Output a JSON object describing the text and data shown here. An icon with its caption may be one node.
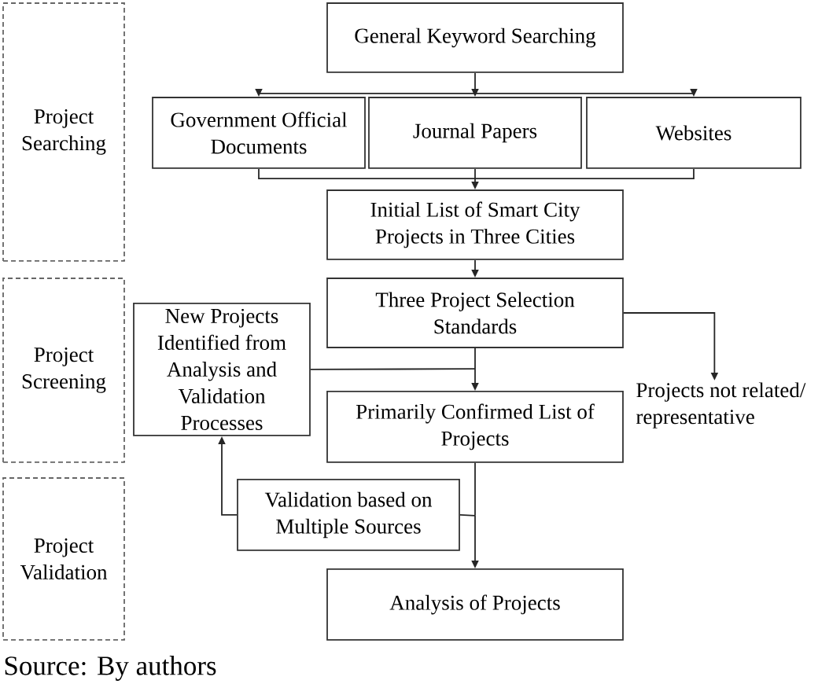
{
  "diagram": {
    "caption": "Source: By authors",
    "nodes": [
      {
        "text": [
          "Project Searching"
        ]
      },
      {
        "text": [
          "General Keyword Searching"
        ]
      },
      {
        "text": [
          "Government Official Documents"
        ]
      },
      {
        "text": [
          "Journal Papers"
        ]
      },
      {
        "text": [
          "Websites"
        ]
      },
      {
        "text": [
          "Initial List of Smart City Projects in Three Cities"
        ]
      },
      {
        "text": [
          "Project Screening"
        ]
      },
      {
        "text": [
          "Three Project Selection Standards"
        ]
      },
      {
        "text": [
          "New Projects Identified from Analysis and Validation Processes"
        ]
      },
      {
        "text": [
          "Projects not related/ representative"
        ]
      },
      {
        "text": [
          "Primarily Confirmed List of Projects"
        ]
      },
      {
        "text": [
          "Project Validation"
        ]
      },
      {
        "text": [
          "Validation based on Multiple Sources"
        ]
      },
      {
        "text": [
          "Analysis of Projects"
        ]
      }
    ],
    "edges": [
      {
        "from": 1,
        "to": 2,
        "arrow": "to"
      },
      {
        "from": 1,
        "to": 3,
        "arrow": "to"
      },
      {
        "from": 1,
        "to": 4,
        "arrow": "to"
      },
      {
        "from": 2,
        "to": 5,
        "arrow": "to"
      },
      {
        "from": 3,
        "to": 5,
        "arrow": "to"
      },
      {
        "from": 4,
        "to": 5,
        "arrow": "to"
      },
      {
        "from": 5,
        "to": 7,
        "arrow": "to"
      },
      {
        "from": 7,
        "to": 10,
        "arrow": "to"
      },
      {
        "from": 7,
        "to": 9,
        "arrow": "to"
      },
      {
        "from": 8,
        "to": 10,
        "arrow": "to"
      },
      {
        "from": 10,
        "to": 13,
        "arrow": "to"
      },
      {
        "from": 10,
        "to": 12,
        "arrow": "none"
      },
      {
        "from": 12,
        "to": 8,
        "arrow": "to"
      }
    ]
  }
}
